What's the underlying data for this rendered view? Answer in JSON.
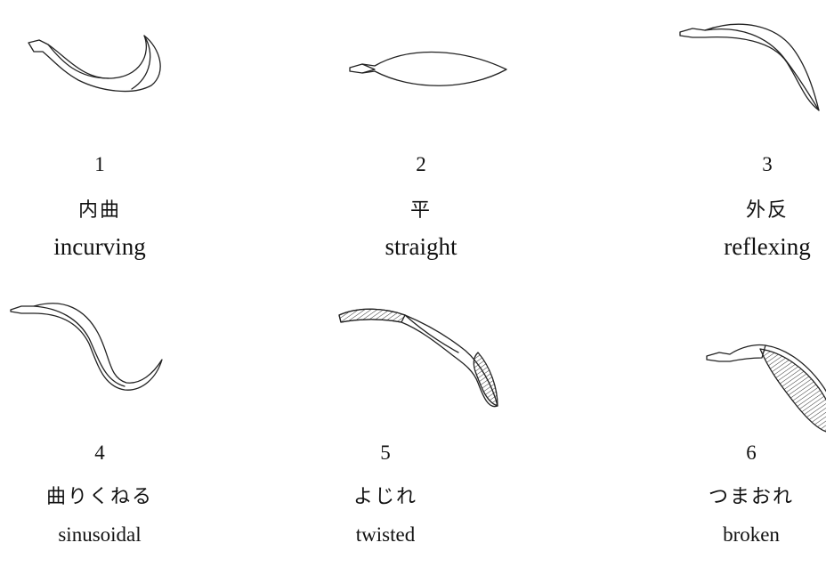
{
  "figure": {
    "items": [
      {
        "number": "1",
        "japanese": "内曲",
        "english": "incurving"
      },
      {
        "number": "2",
        "japanese": "平",
        "english": "straight"
      },
      {
        "number": "3",
        "japanese": "外反",
        "english": "reflexing"
      },
      {
        "number": "4",
        "japanese": "曲りくねる",
        "english": "sinusoidal"
      },
      {
        "number": "5",
        "japanese": "よじれ",
        "english": "twisted"
      },
      {
        "number": "6",
        "japanese": "つまおれ",
        "english": "broken"
      }
    ]
  }
}
